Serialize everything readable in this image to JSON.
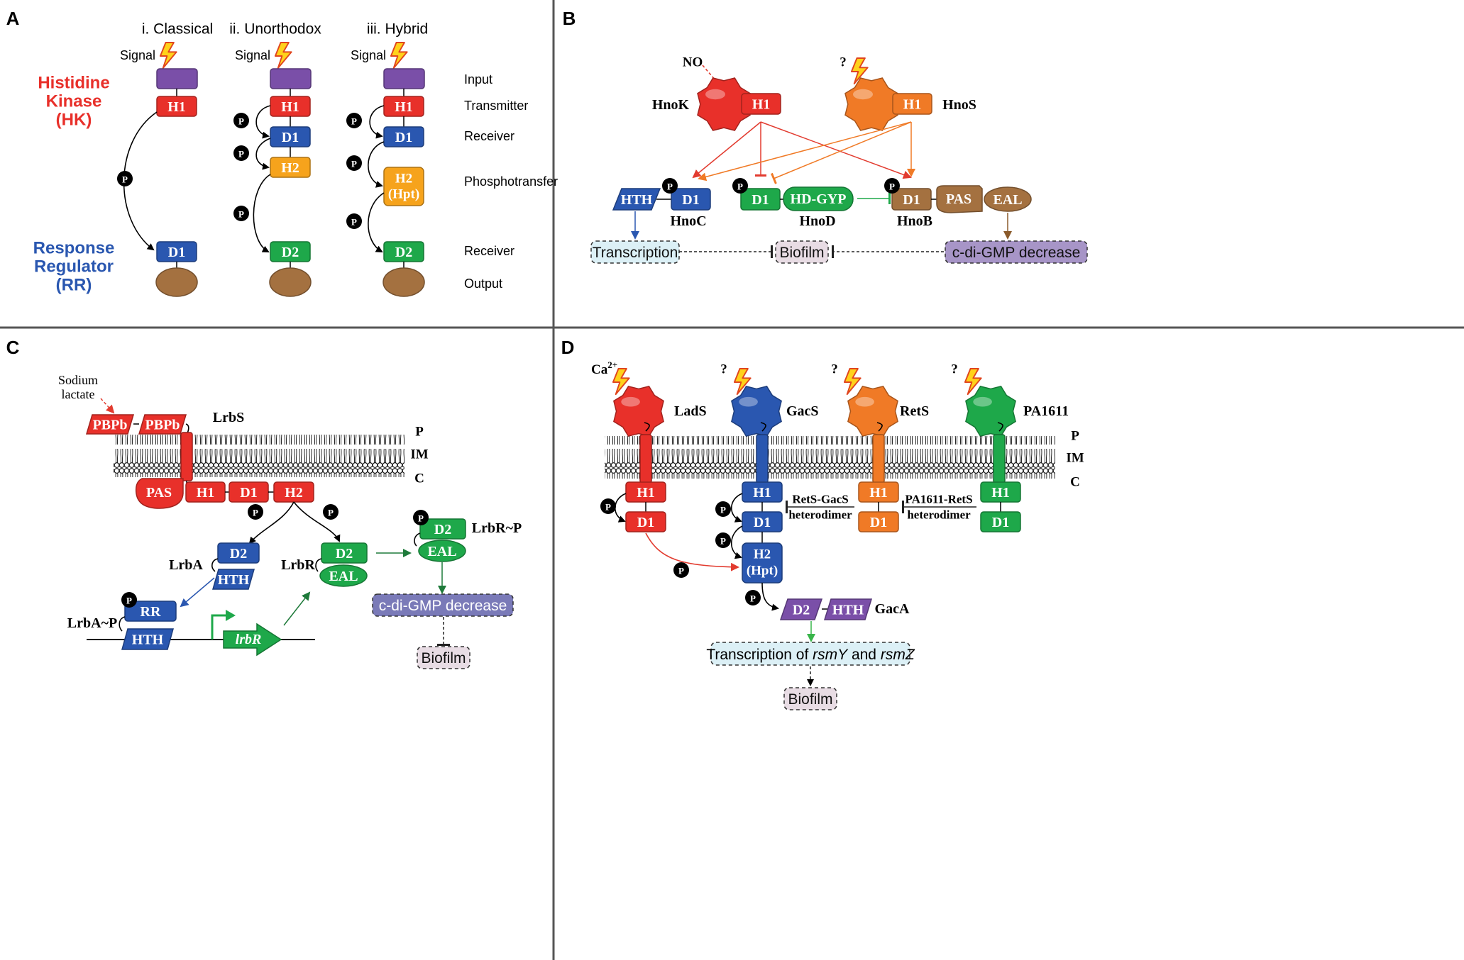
{
  "panels": {
    "a": {
      "letter": "A",
      "columns": [
        "i. Classical",
        "ii. Unorthodox",
        "iii. Hybrid"
      ],
      "signal": "Signal",
      "hk": [
        "Histidine",
        "Kinase",
        "(HK)"
      ],
      "rr": [
        "Response",
        "Regulator",
        "(RR)"
      ],
      "rows": [
        "Input",
        "Transmitter",
        "Receiver",
        "Phosphotransfer",
        "Receiver",
        "Output"
      ],
      "h1": "H1",
      "d1": "D1",
      "h2": "H2",
      "h2b": "(Hpt)",
      "d2": "D2",
      "p": "P"
    },
    "b": {
      "letter": "B",
      "no": "NO",
      "q": "?",
      "hnok": "HnoK",
      "hnos": "HnoS",
      "h1": "H1",
      "hth": "HTH",
      "d1": "D1",
      "hdgyp": "HD-GYP",
      "pas": "PAS",
      "eal": "EAL",
      "p": "P",
      "hnoc": "HnoC",
      "hnod": "HnoD",
      "hnob": "HnoB",
      "transcription": "Transcription",
      "biofilm": "Biofilm",
      "cdigmp": "c-di-GMP decrease"
    },
    "c": {
      "letter": "C",
      "sodium": [
        "Sodium",
        "lactate"
      ],
      "pbpb": "PBPb",
      "lrbs": "LrbS",
      "p_label": "P",
      "im": "IM",
      "c_label": "C",
      "pas": "PAS",
      "h1": "H1",
      "d1": "D1",
      "h2": "H2",
      "d2": "D2",
      "hth": "HTH",
      "eal": "EAL",
      "rr": "RR",
      "lrba": "LrbA",
      "lrbr": "LrbR",
      "lrbap": "LrbA~P",
      "lrbrp": "LrbR~P",
      "gene": "lrbR",
      "cdigmp": "c-di-GMP decrease",
      "biofilm": "Biofilm",
      "p": "P"
    },
    "d": {
      "letter": "D",
      "ca": "Ca",
      "ca_sup": "2+",
      "q": "?",
      "lads": "LadS",
      "gacs": "GacS",
      "rets": "RetS",
      "pa1611": "PA1611",
      "p_label": "P",
      "im": "IM",
      "c_label": "C",
      "h1": "H1",
      "d1": "D1",
      "h2": "H2",
      "hpt": "(Hpt)",
      "retsgacs": [
        "RetS-GacS",
        "heterodimer"
      ],
      "pa1611rets": [
        "PA1611-RetS",
        "heterodimer"
      ],
      "d2": "D2",
      "hth": "HTH",
      "gaca": "GacA",
      "trans_pre": "Transcription of ",
      "rsmy": "rsmY",
      "trans_mid": " and ",
      "rsmz": "rsmZ",
      "biofilm": "Biofilm",
      "p": "P"
    }
  },
  "colors": {
    "hk_title": "#e8302a",
    "rr_title": "#2a57b0",
    "red": "#e8302a",
    "blue": "#2a57b0",
    "green": "#1ea84a",
    "orange": "#f6a31c",
    "darkorange": "#f07a26",
    "purple": "#7a4fa8",
    "brown": "#a47140",
    "teal_box": "#dcf0f6",
    "pink_box": "#e8dce4",
    "violet_box": "#a795c7",
    "slate_box": "#7a7ab8"
  }
}
